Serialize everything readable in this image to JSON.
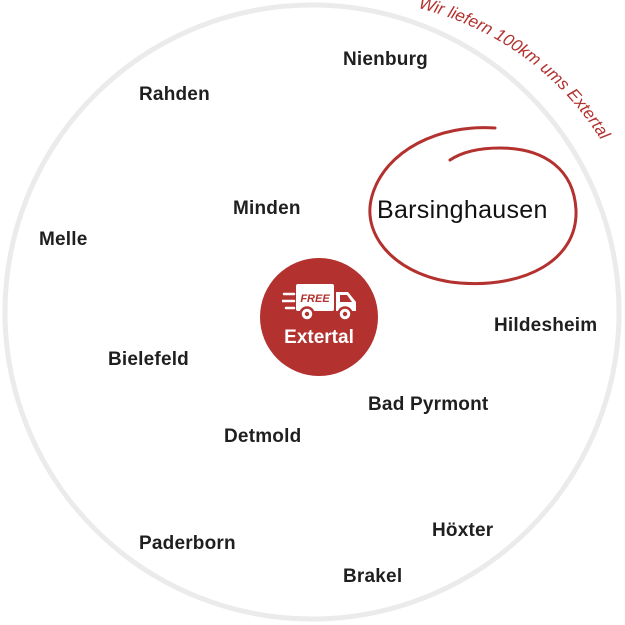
{
  "banner": {
    "text": "Wir liefern 100km ums Extertal",
    "color": "#b3312e"
  },
  "center": {
    "badge_text": "FREE",
    "label": "Extertal",
    "icon": "delivery-truck-icon",
    "color": "#b3312e"
  },
  "highlight_city": "Barsinghausen",
  "cities": {
    "nienburg": "Nienburg",
    "rahden": "Rahden",
    "minden": "Minden",
    "melle": "Melle",
    "hildesheim": "Hildesheim",
    "bielefeld": "Bielefeld",
    "bad_pyrmont": "Bad Pyrmont",
    "detmold": "Detmold",
    "hoexter": "Höxter",
    "paderborn": "Paderborn",
    "brakel": "Brakel"
  },
  "colors": {
    "ring": "#ebebeb",
    "text": "#1f1f1f",
    "accent": "#b3312e"
  }
}
